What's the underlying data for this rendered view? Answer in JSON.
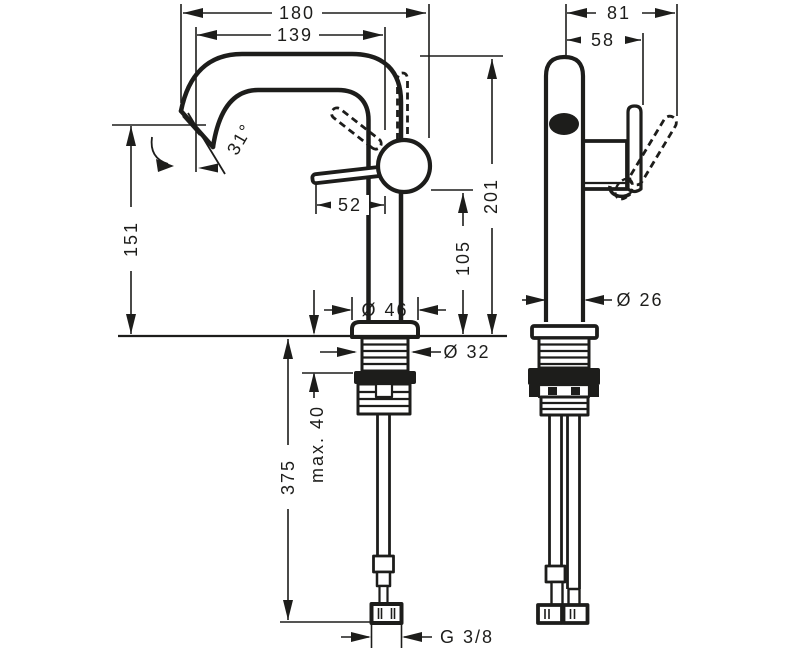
{
  "page": {
    "background": "#ffffff",
    "line_color": "#1d1d1b"
  },
  "dims": {
    "front": {
      "total_width": "180",
      "spout_reach": "139",
      "spout_height": "151",
      "spout_angle": "31°",
      "total_height": "201",
      "body_height": "105",
      "lever_length": "52",
      "base_diameter": "Ø 46",
      "shank_diameter": "Ø 32",
      "max_counter_thickness": "max. 40",
      "hose_length": "375",
      "connection_thread": "G 3/8"
    },
    "side": {
      "total_depth": "81",
      "handle_depth": "58",
      "body_diameter": "Ø 26"
    }
  }
}
